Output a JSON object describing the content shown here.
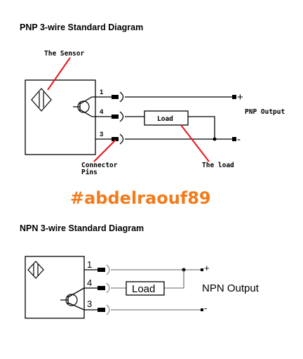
{
  "pnp": {
    "title": "PNP 3-wire Standard Diagram",
    "sensor_label": "The Sensor",
    "connector_label_line1": "Connector",
    "connector_label_line2": "Pins",
    "load_label": "Load",
    "load_callout": "The load",
    "output_label": "PNP Output",
    "pins": [
      "1",
      "4",
      "3"
    ],
    "plus": "+",
    "minus": "-"
  },
  "watermark": {
    "text": "#abdelraouf89",
    "color": "#f27b1c"
  },
  "npn": {
    "title": "NPN 3-wire Standard Diagram",
    "load_label": "Load",
    "output_label": "NPN Output",
    "pins": [
      "1",
      "4",
      "3"
    ],
    "plus": "+",
    "minus": "-"
  },
  "colors": {
    "callout": "#e8141b"
  }
}
